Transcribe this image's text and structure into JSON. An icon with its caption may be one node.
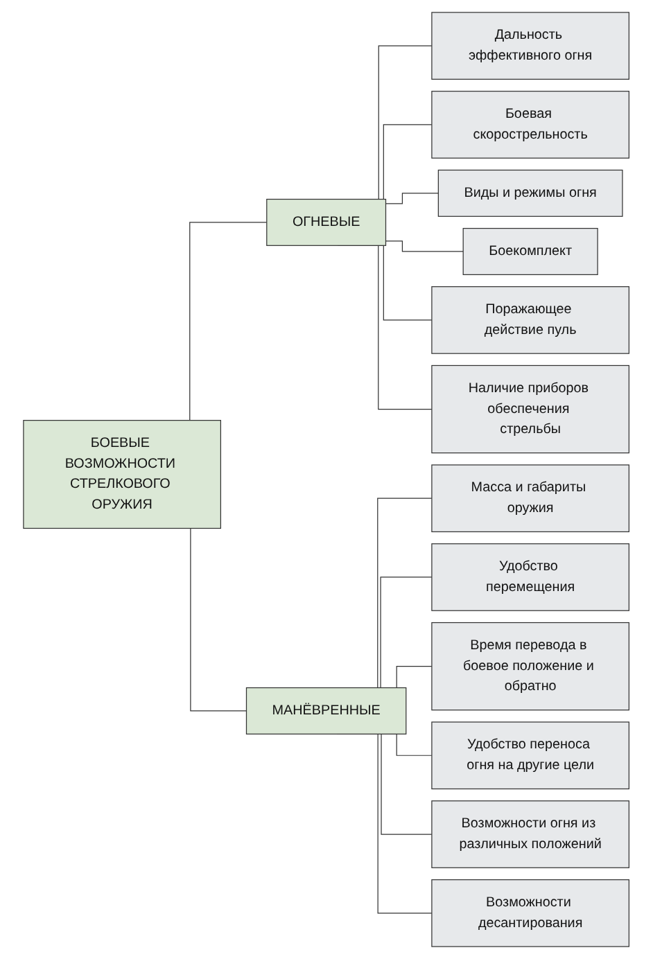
{
  "diagram": {
    "nodes": [
      {
        "text": [
          "БОЕВЫЕ ВОЗМОЖНОСТИ СТРЕЛКОВОГО ОРУЖИЯ"
        ]
      },
      {
        "text": [
          "ОГНЕВЫЕ"
        ]
      },
      {
        "text": [
          "МАНЁВРЕННЫЕ"
        ]
      },
      {
        "text": [
          "Дальность эффективного огня"
        ]
      },
      {
        "text": [
          "Боевая скорострельность"
        ]
      },
      {
        "text": [
          "Виды и режимы огня"
        ]
      },
      {
        "text": [
          "Боекомплект"
        ]
      },
      {
        "text": [
          "Поражающее действие пуль"
        ]
      },
      {
        "text": [
          "Наличие приборов обеспечения стрельбы"
        ]
      },
      {
        "text": [
          "Масса и габариты оружия"
        ]
      },
      {
        "text": [
          "Удобство перемещения"
        ]
      },
      {
        "text": [
          "Время перевода в боевое положение и обратно"
        ]
      },
      {
        "text": [
          "Удобство переноса огня на другие цели"
        ]
      },
      {
        "text": [
          "Возможности огня из различных положений"
        ]
      },
      {
        "text": [
          "Возможности десантирования"
        ]
      }
    ],
    "edges": [
      {
        "from": 0,
        "to": 1,
        "arrow": "none"
      },
      {
        "from": 0,
        "to": 2,
        "arrow": "none"
      },
      {
        "from": 1,
        "to": 3,
        "arrow": "none"
      },
      {
        "from": 1,
        "to": 4,
        "arrow": "none"
      },
      {
        "from": 1,
        "to": 5,
        "arrow": "none"
      },
      {
        "from": 1,
        "to": 6,
        "arrow": "none"
      },
      {
        "from": 1,
        "to": 7,
        "arrow": "none"
      },
      {
        "from": 1,
        "to": 8,
        "arrow": "none"
      },
      {
        "from": 2,
        "to": 9,
        "arrow": "none"
      },
      {
        "from": 2,
        "to": 10,
        "arrow": "none"
      },
      {
        "from": 2,
        "to": 11,
        "arrow": "none"
      },
      {
        "from": 2,
        "to": 12,
        "arrow": "none"
      },
      {
        "from": 2,
        "to": 13,
        "arrow": "none"
      },
      {
        "from": 2,
        "to": 14,
        "arrow": "none"
      }
    ]
  }
}
